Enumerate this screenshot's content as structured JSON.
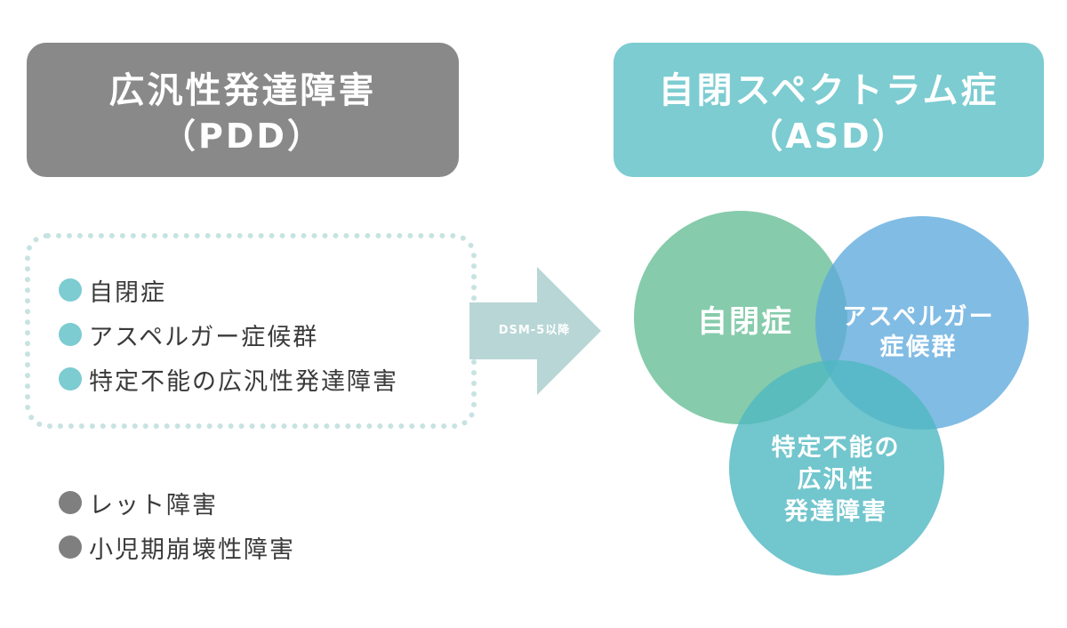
{
  "pdd_header": {
    "line1": "広汎性発達障害",
    "line2": "（PDD）"
  },
  "asd_header": {
    "line1": "自閉スペクトラム症",
    "line2": "（ASD）"
  },
  "included_items": [
    "自閉症",
    "アスペルガー症候群",
    "特定不能の広汎性発達障害"
  ],
  "excluded_items": [
    "レット障害",
    "小児期崩壊性障害"
  ],
  "arrow_label": "DSM-5以降",
  "venn": {
    "autism": "自閉症",
    "asperger_line1": "アスペルガー",
    "asperger_line2": "症候群",
    "pddnos_line1": "特定不能の",
    "pddnos_line2": "広汎性",
    "pddnos_line3": "発達障害"
  },
  "colors": {
    "pdd_gray": "#898989",
    "asd_teal": "#7cccd1",
    "dotted_border": "#c7e3e1",
    "bullet_gray": "#7f7f7f",
    "arrow": "#b9d6d6",
    "circle_green": "#6bbf98",
    "circle_blue": "#5ea9dc",
    "circle_teal": "#4fb8c1"
  }
}
